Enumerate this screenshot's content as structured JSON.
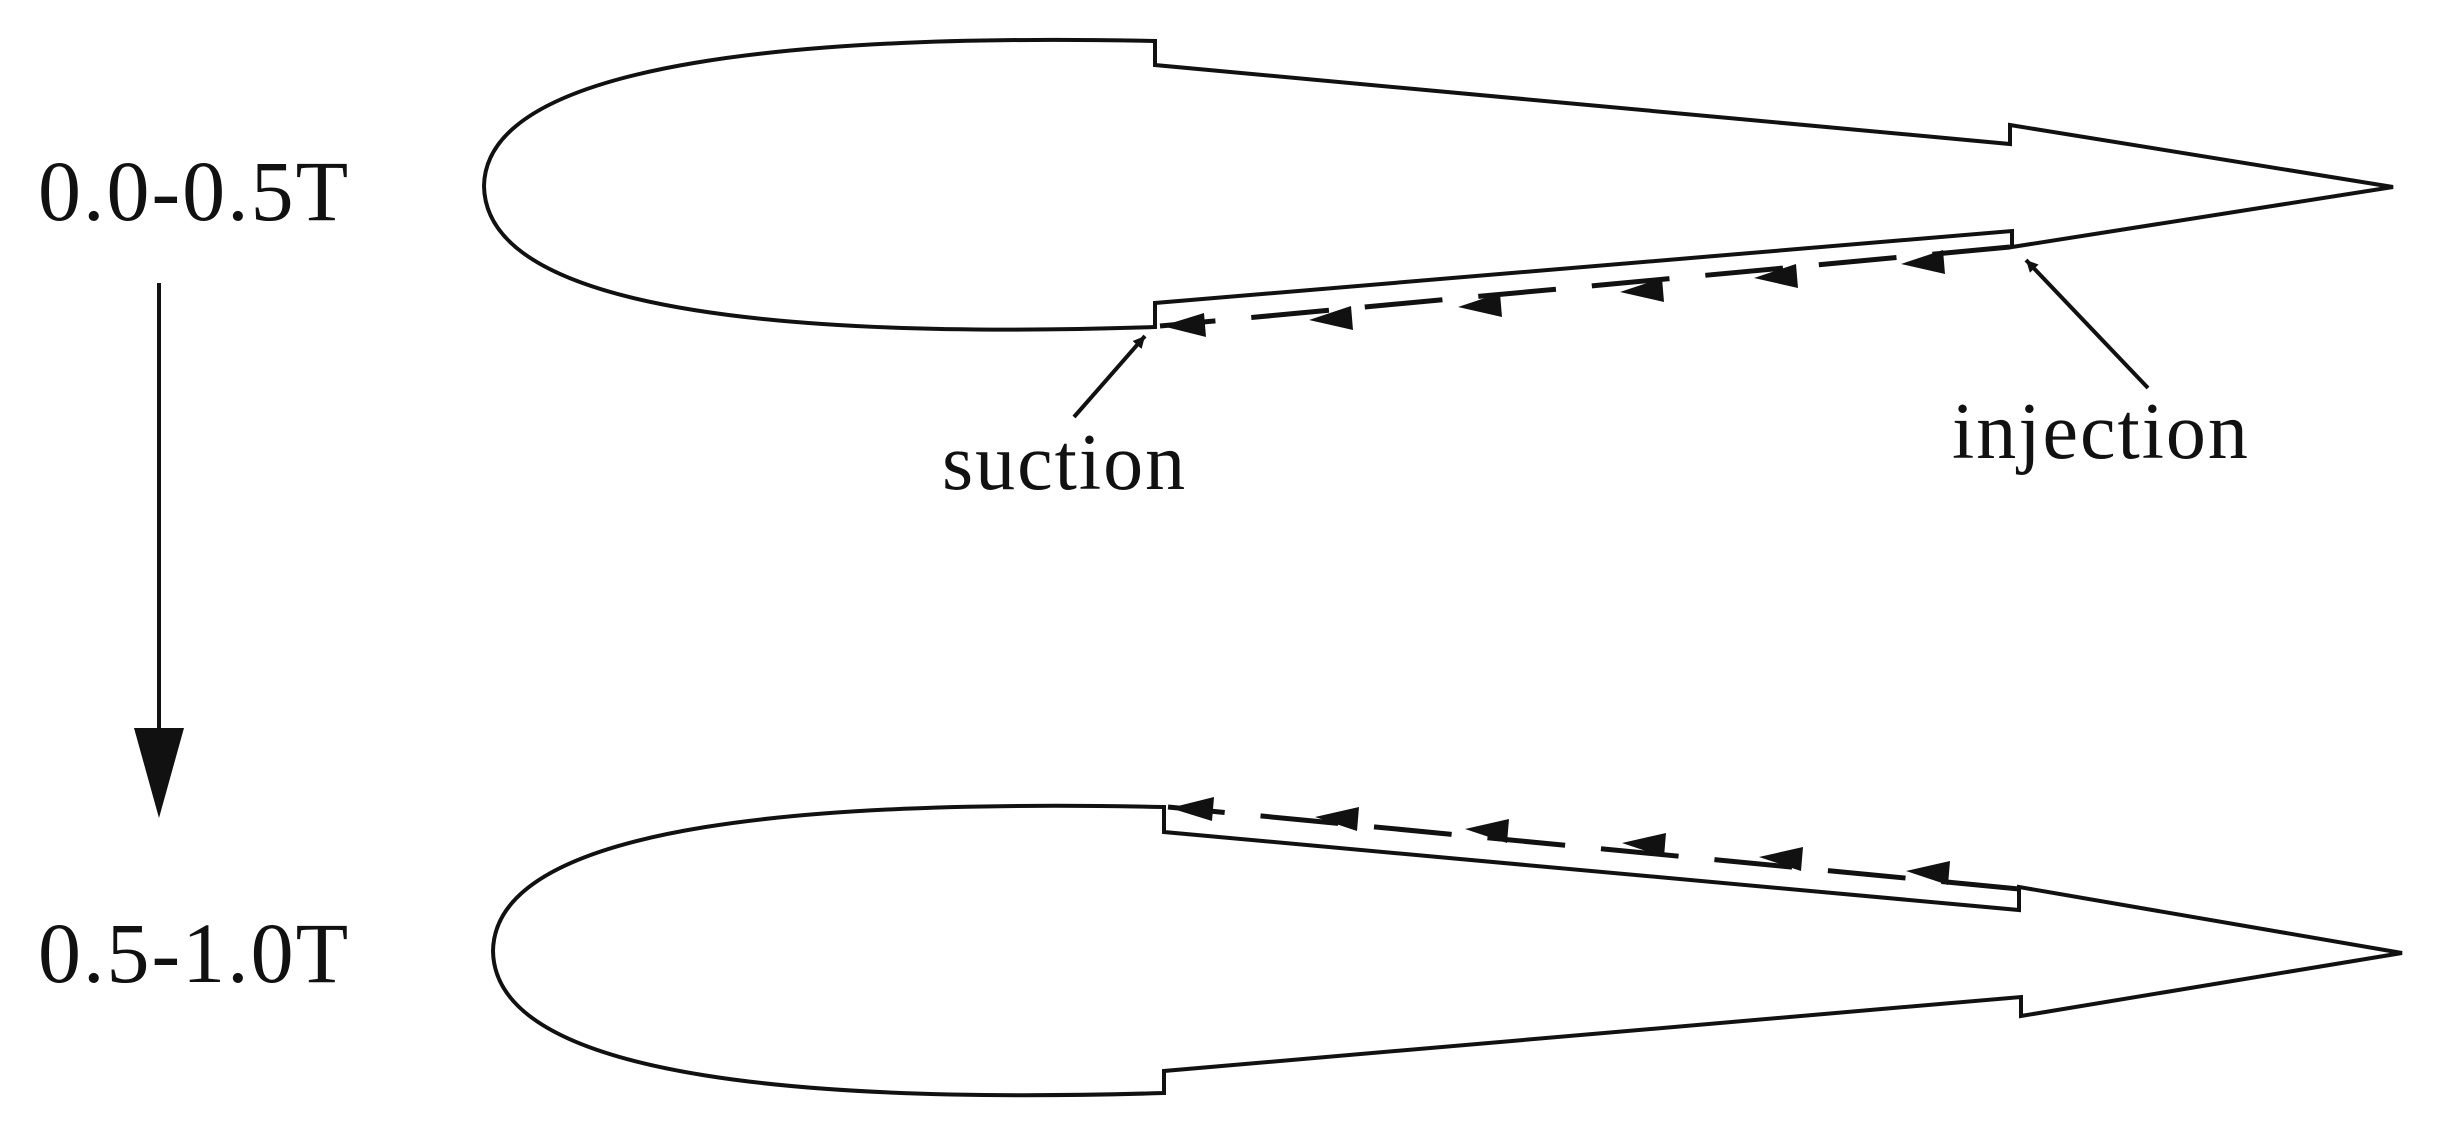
{
  "labels": {
    "phase_first": "0.0-0.5T",
    "phase_second": "0.5-1.0T",
    "suction": "suction",
    "injection": "injection"
  },
  "colors": {
    "stroke": "#111111",
    "background": "#ffffff"
  }
}
